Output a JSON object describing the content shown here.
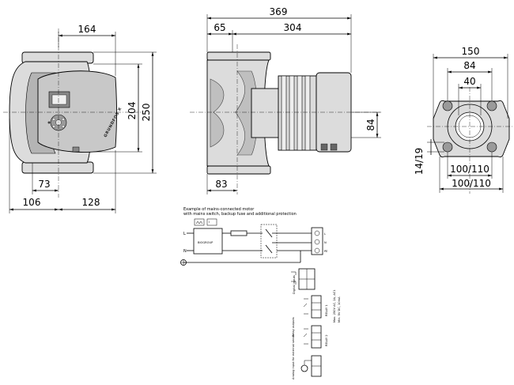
{
  "front_view": {
    "dims": {
      "width_top": "164",
      "height_inner": "204",
      "height_outer": "250",
      "left_inner": "73",
      "left_outer": "106",
      "right": "128"
    },
    "logo": "GRUNDFOS X"
  },
  "side_view": {
    "dims": {
      "total": "369",
      "flange": "65",
      "motor": "304",
      "motor_dia": "84",
      "bottom": "83"
    }
  },
  "flange_view": {
    "dims": {
      "outer": "150",
      "pcd": "84",
      "bore": "40",
      "hole": "14/19",
      "bolt_inner": "100/110",
      "bolt_outer": "100/110"
    }
  },
  "wiring": {
    "title_line1": "Example of mains-connected motor",
    "title_line2": "with mains switch, backup fuse and additional protection",
    "L_label": "L",
    "N_label": "N",
    "box_label": "BIOGROUP",
    "terminal_labels": [
      "L",
      "N",
      "PE"
    ],
    "digital_inputs_label": "Digital inputs",
    "relay_outputs_label": "Relay outputs",
    "analog_input_label": "Analog input for external sensor",
    "relay1_label": "RELAY 1",
    "relay2_label": "RELAY 2",
    "relay_spec_1": "Max. 250V AC, 2A, AC1",
    "relay_spec_2": "Min. 5V DC, 10mA"
  }
}
